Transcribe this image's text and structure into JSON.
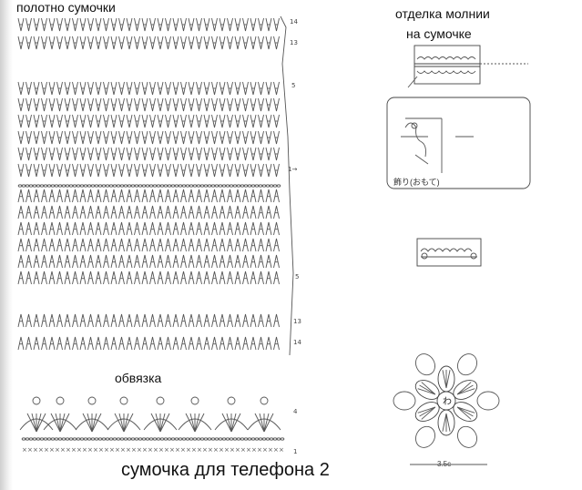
{
  "labels": {
    "canvas_title": "полотно сумочки",
    "zipper_title_line1": "отделка молнии",
    "zipper_title_line2": "на сумочке",
    "edging_title": "обвязка",
    "caption": "сумочка для телефона 2",
    "japanese_note": "飾り(おもて)",
    "flower_dimension": "3.5c",
    "flower_center_mark": "わ"
  },
  "row_markers": [
    {
      "id": "r14top",
      "text": "14"
    },
    {
      "id": "r13top",
      "text": "13"
    },
    {
      "id": "r5top",
      "text": "5"
    },
    {
      "id": "r1top",
      "text": "1→"
    },
    {
      "id": "r5bot",
      "text": "5"
    },
    {
      "id": "r13bot",
      "text": "13"
    },
    {
      "id": "r14bot",
      "text": "14"
    },
    {
      "id": "e4",
      "text": "4"
    },
    {
      "id": "e1",
      "text": "1"
    }
  ],
  "colors": {
    "ink": "#111111",
    "symbol": "#555555",
    "gutter": "#cfcfcf"
  }
}
